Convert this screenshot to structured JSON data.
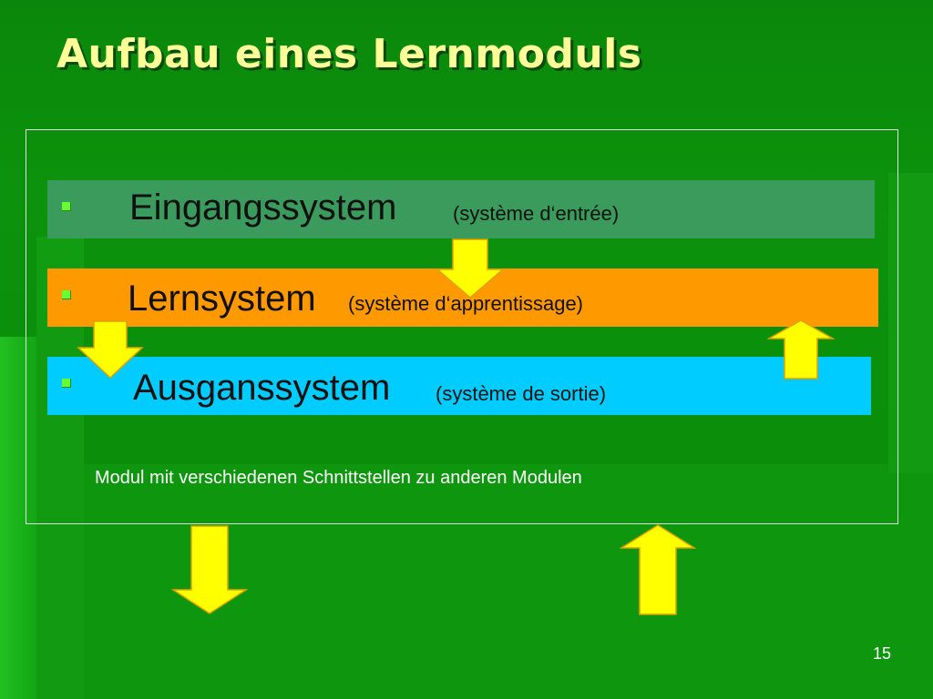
{
  "slide": {
    "title": "Aufbau eines Lernmoduls",
    "page_number": "15",
    "note": "Modul mit verschiedenen Schnittstellen zu anderen Modulen"
  },
  "layers": [
    {
      "label": "Eingangssystem",
      "sublabel": "(système d‘entrée)",
      "color": "#3a9b5d"
    },
    {
      "label": "Lernsystem",
      "sublabel": "(système d‘apprentissage)",
      "color": "#ff9900"
    },
    {
      "label": "Ausganssystem",
      "sublabel": "(système de sortie)",
      "color": "#00ccff"
    }
  ],
  "colors": {
    "background": "#0a8f0a",
    "title": "#ffff99",
    "arrow_fill": "#ffff00",
    "arrow_outline": "#e0a000",
    "bullet": "#66ff33"
  },
  "icons": [
    "down-arrow-icon",
    "up-arrow-icon",
    "square-bullet-icon"
  ]
}
